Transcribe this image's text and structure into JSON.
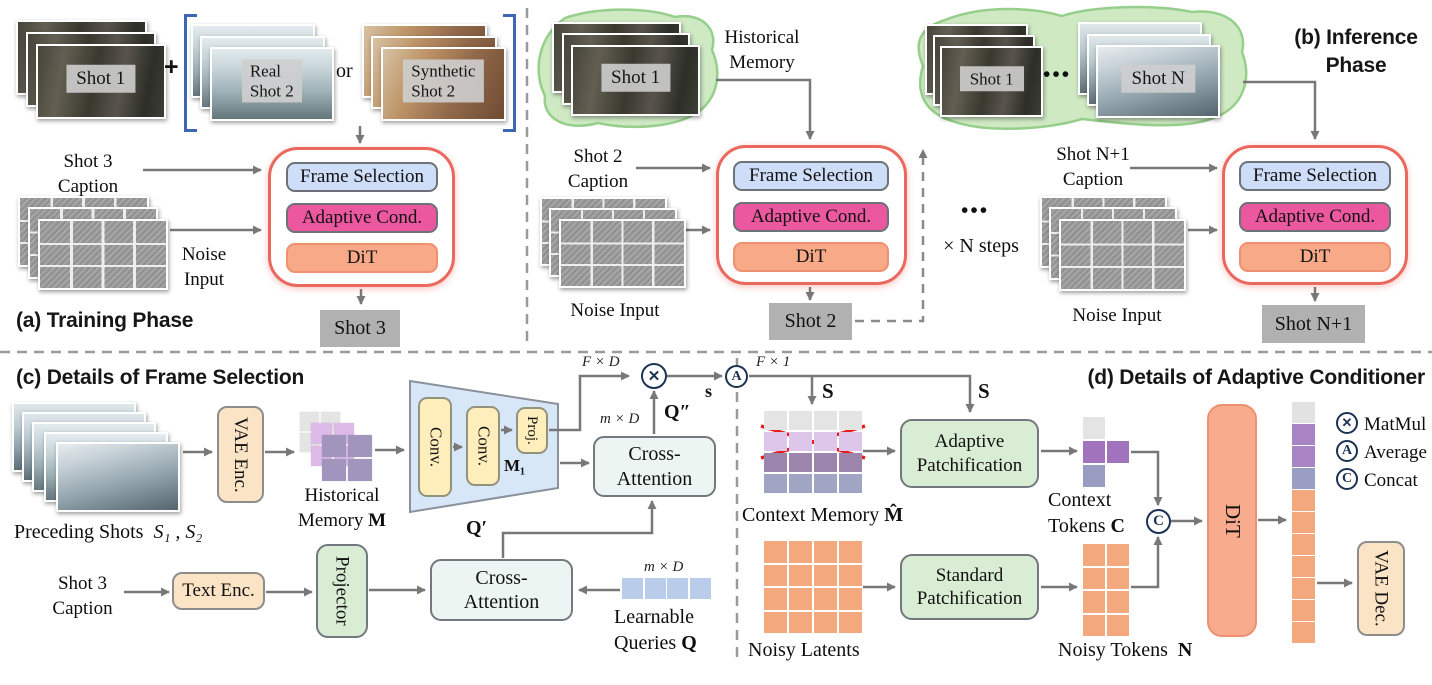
{
  "shared": {
    "frame_selection": "Frame Selection",
    "adaptive_cond": "Adaptive Cond.",
    "dit": "DiT"
  },
  "colors": {
    "red_box_border": "#ea685d",
    "frame_selection_fill": "#cfdef8",
    "adaptive_cond_fill": "#ec58a0",
    "dit_fill": "#f8a988",
    "green_blob_fill": "#cfe9c3",
    "green_blob_border": "#96cf8b",
    "gray_output_fill": "#b1b1b1",
    "peach_fill": "#fbe4c6",
    "green_box_fill": "#d9ecd4",
    "yellow_fill": "#fdeebb",
    "trapezoid_fill": "#d8e7f8",
    "cross_attention_fill": "#ecf5f1",
    "memory_gray": "#e4e4e4",
    "memory_pink": "#dec6ea",
    "memory_purple": "#9c86ad",
    "memory_slate": "#a1a5c4",
    "token_purple": "#a173bd",
    "orange_latent": "#f4a87d",
    "query_blue": "#b9cdeb",
    "navy_circle": "#1c3254",
    "red_cross": "#e81c1c",
    "bracket_blue": "#3f66b4"
  },
  "panel_a": {
    "title": "(a) Training Phase",
    "shot1": "Shot 1",
    "plus": "+",
    "real_line1": "Real",
    "real_line2": "Shot 2",
    "or": "or",
    "syn_line1": "Synthetic",
    "syn_line2": "Shot 2",
    "cap_line1": "Shot 3",
    "cap_line2": "Caption",
    "noise_line1": "Noise",
    "noise_line2": "Input",
    "output": "Shot 3"
  },
  "panel_b": {
    "title_line1": "(b) Inference",
    "title_line2": "Phase",
    "hist_line1": "Historical",
    "hist_line2": "Memory",
    "s1_shot": "Shot 1",
    "s1_cap_line1": "Shot 2",
    "s1_cap_line2": "Caption",
    "s1_noise": "Noise Input",
    "s1_output": "Shot 2",
    "dots": "•••",
    "n_steps": "× N steps",
    "sN_shot1": "Shot 1",
    "sN_dots": "•••",
    "sN_shotN": "Shot N",
    "sN_cap_line1": "Shot N+1",
    "sN_cap_line2": "Caption",
    "sN_noise": "Noise Input",
    "sN_output": "Shot N+1"
  },
  "panel_c": {
    "title": "(c) Details of Frame Selection",
    "preceding": "Preceding Shots",
    "preceding_math": "S₁ , S₂",
    "vae_enc": "VAE Enc.",
    "hist_line1": "Historical",
    "hist_line2": "Memory",
    "m_sym": "M",
    "conv1": "Conv.",
    "conv2": "Conv.",
    "proj": "Proj.",
    "m1_sym": "M₁",
    "f_x_d": "F × D",
    "m_x_d": "m × D",
    "q_dprime": "Q″",
    "s_small": "s",
    "f_x_1": "F × 1",
    "ca_line1": "Cross-",
    "ca_line2": "Attention",
    "q_prime": "Q′",
    "cap_line1": "Shot 3",
    "cap_line2": "Caption",
    "text_enc": "Text Enc.",
    "projector": "Projector",
    "m_x_d2": "m × D",
    "learn_line1": "Learnable",
    "learn_line2": "Queries",
    "q_sym": "Q"
  },
  "panel_d": {
    "title": "(d) Details of Adaptive Conditioner",
    "s_top1": "S",
    "s_top2": "S",
    "ctx_mem": "Context Memory",
    "m_hat": "M̂",
    "ap_line1": "Adaptive",
    "ap_line2": "Patchification",
    "ct_line1": "Context",
    "ct_line2": "Tokens",
    "c_sym": "C",
    "dit": "DiT",
    "noisy_latents": "Noisy Latents",
    "sp_line1": "Standard",
    "sp_line2": "Patchification",
    "noisy_tokens": "Noisy Tokens",
    "n_sym": "N",
    "vae_dec": "VAE Dec.",
    "legend": [
      {
        "symbol": "✕",
        "label": "MatMul"
      },
      {
        "symbol": "A",
        "label": "Average"
      },
      {
        "symbol": "C",
        "label": "Concat"
      }
    ]
  }
}
